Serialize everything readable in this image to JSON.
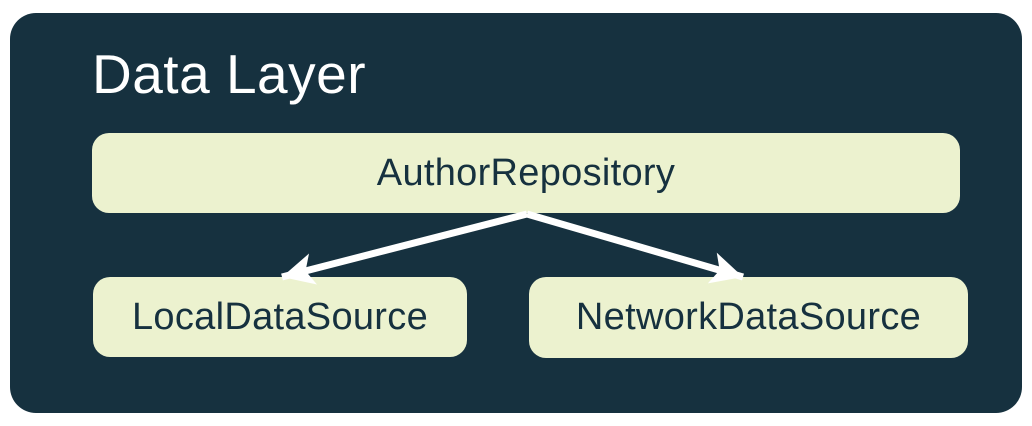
{
  "diagram": {
    "title": "Data Layer",
    "nodes": [
      {
        "id": "author-repository",
        "label": "AuthorRepository"
      },
      {
        "id": "local-data-source",
        "label": "LocalDataSource"
      },
      {
        "id": "network-data-source",
        "label": "NetworkDataSource"
      }
    ],
    "edges": [
      {
        "from": "AuthorRepository",
        "to": "LocalDataSource"
      },
      {
        "from": "AuthorRepository",
        "to": "NetworkDataSource"
      }
    ],
    "colors": {
      "page_bg": "#ffffff",
      "container_bg": "#16313f",
      "node_bg": "#ecf2cf",
      "node_text": "#16313f",
      "title_text": "#ffffff",
      "arrow": "#ffffff"
    }
  }
}
